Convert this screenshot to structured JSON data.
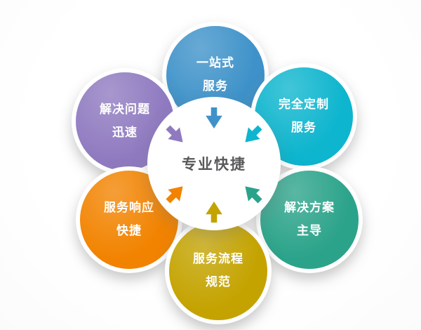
{
  "diagram": {
    "center": {
      "label": "专业快捷",
      "bg": "#ffffff",
      "text_color": "#58595b"
    },
    "nodes": [
      {
        "position": "top",
        "lines": [
          "一站式",
          "服务"
        ],
        "color": "#3e92c9"
      },
      {
        "position": "top-left",
        "lines": [
          "解决问题",
          "迅速"
        ],
        "color": "#8f7ac0"
      },
      {
        "position": "top-right",
        "lines": [
          "完全定制",
          "服务"
        ],
        "color": "#0db5ce"
      },
      {
        "position": "bottom-left",
        "lines": [
          "服务响应",
          "快捷"
        ],
        "color": "#f28300"
      },
      {
        "position": "bottom-right",
        "lines": [
          "解决方案",
          "主导"
        ],
        "color": "#2ba38a"
      },
      {
        "position": "bottom",
        "lines": [
          "服务流程",
          "规范"
        ],
        "color": "#c4a300"
      }
    ]
  }
}
